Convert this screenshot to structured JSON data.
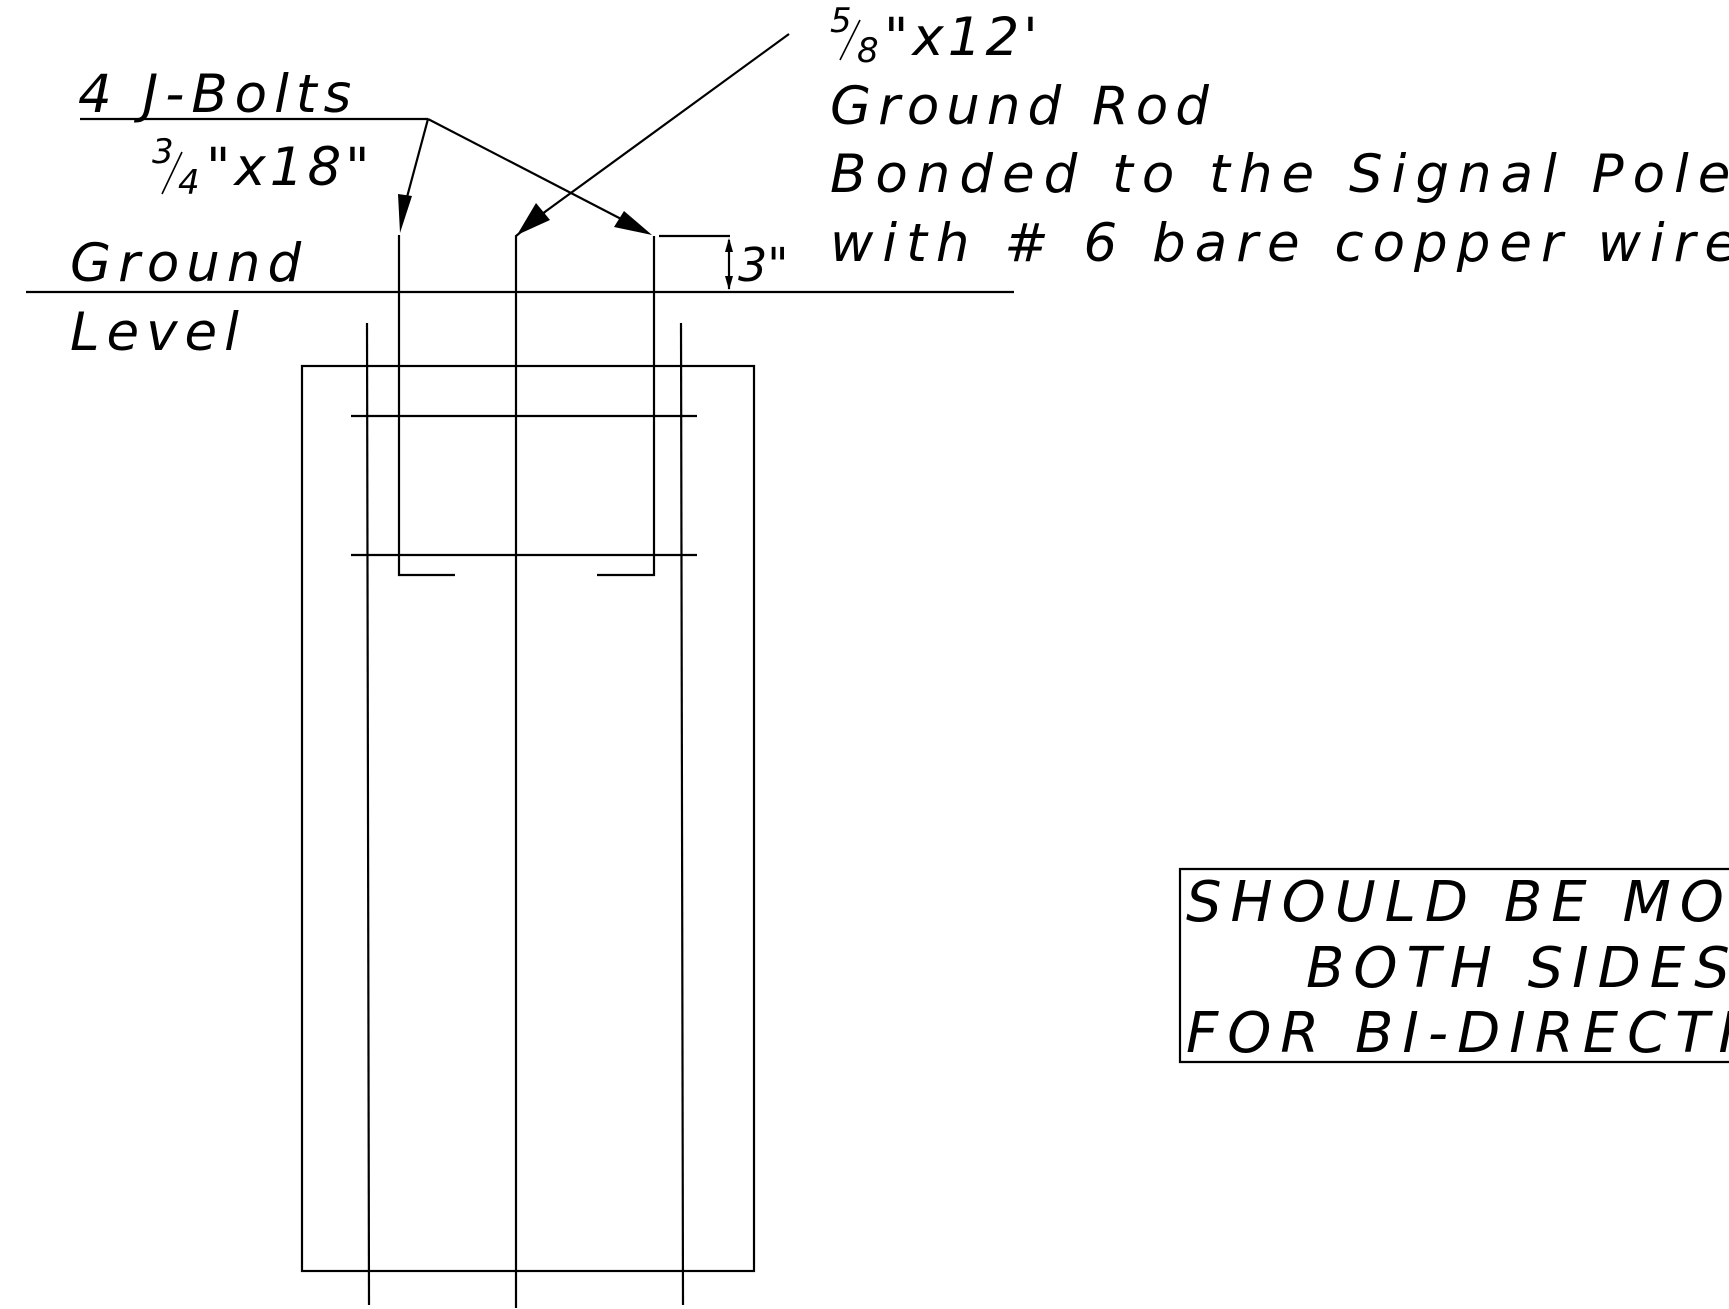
{
  "labels": {
    "j_bolts_qty": "4 J-Bolts",
    "j_bolts_size_num": "3",
    "j_bolts_size_den": "4",
    "j_bolts_size_rest": "\"x18\"",
    "ground_line1": "Ground",
    "ground_line2": "Level",
    "rod_size_num": "5",
    "rod_size_den": "8",
    "rod_size_rest": "\"x12'",
    "rod_line2": "Ground Rod",
    "rod_line3": "Bonded to the Signal Pole",
    "rod_line4": "with # 6 bare copper wire.",
    "dimension": "3\""
  },
  "note_box": {
    "line1": "SHOULD BE MOUN",
    "line2": "BOTH SIDES O",
    "line3": "FOR BI-DIRECTION"
  }
}
